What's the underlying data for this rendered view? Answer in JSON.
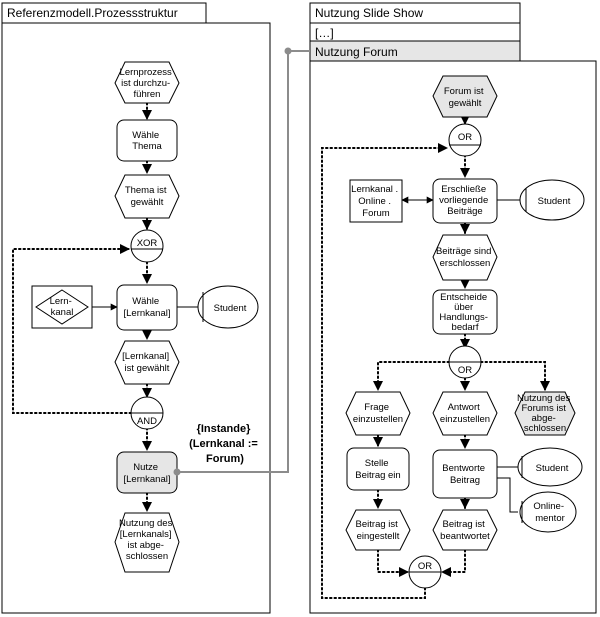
{
  "frames": {
    "left_title": "Referenzmodell.Prozessstruktur",
    "right_slideshow_title": "Nutzung Slide Show",
    "right_ellipsis": "[…]",
    "right_forum_title": "Nutzung Forum"
  },
  "left": {
    "ev_lernprozess": [
      "Lernprozess",
      "ist durchzu-",
      "führen"
    ],
    "fn_waehle_thema": [
      "Wähle",
      "Thema"
    ],
    "ev_thema_gewaehlt": [
      "Thema ist",
      "gewählt"
    ],
    "xor": "XOR",
    "info_lernkanal": [
      "Lern-",
      "kanal"
    ],
    "fn_waehle_lernkanal": [
      "Wähle",
      "[Lernkanal]"
    ],
    "org_student": "Student",
    "ev_lernkanal_gewaehlt": [
      "[Lernkanal]",
      "ist gewählt"
    ],
    "and": "AND",
    "fn_nutze": [
      "Nutze",
      "[Lernkanal]"
    ],
    "ev_nutzung_lernkanals": [
      "Nutzung des",
      "[Lernkanals]",
      "ist abge-",
      "schlossen"
    ]
  },
  "instance_note": [
    "{Instande}",
    "(Lernkanal :=",
    "Forum)"
  ],
  "right": {
    "ev_forum_gewaehlt": [
      "Forum ist",
      "gewählt"
    ],
    "or_top": "OR",
    "info_lernkanal_forum": [
      "Lernkanal .",
      "Online .",
      "Forum"
    ],
    "fn_erschliesse": [
      "Erschließe",
      "vorliegende",
      "Beiträge"
    ],
    "org_student_top": "Student",
    "ev_beitraege_erschlossen": [
      "Beiträge sind",
      "erschlossen"
    ],
    "fn_entscheide": [
      "Entscheide",
      "über",
      "Handlungs-",
      "bedarf"
    ],
    "or_mid": "OR",
    "ev_frage": [
      "Frage",
      "einzustellen"
    ],
    "ev_antwort": [
      "Antwort",
      "einzustellen"
    ],
    "ev_nutzung_forums": [
      "Nutzung des",
      "Forums ist",
      "abge-",
      "schlossen"
    ],
    "fn_stelle": [
      "Stelle",
      "Beitrag ein"
    ],
    "fn_beantworte": [
      "Bentworte",
      "Beitrag"
    ],
    "org_student_bottom": "Student",
    "org_onlinementor": [
      "Online-",
      "mentor"
    ],
    "ev_eingestellt": [
      "Beitrag ist",
      "eingestellt"
    ],
    "ev_beantwortet": [
      "Beitrag ist",
      "beantwortet"
    ],
    "or_bottom": "OR"
  },
  "colors": {
    "node_fill": "#ffffff",
    "highlight_fill": "#e6e6e6",
    "frame_header_fill": "#e6e6e6",
    "connector": "#8c8c8c"
  }
}
